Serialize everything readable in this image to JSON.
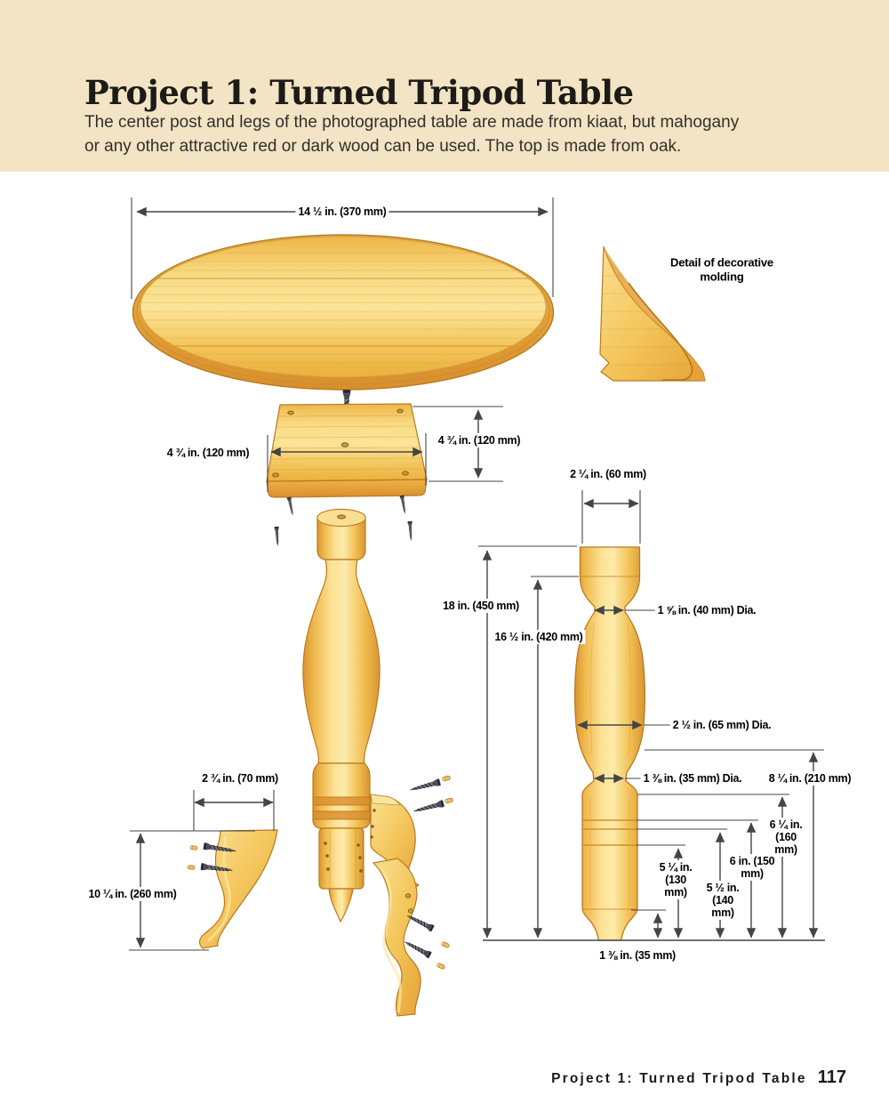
{
  "header": {
    "title": "Project 1: Turned Tripod Table",
    "subtitle_line1": "The center post and legs of the photographed table are made from kiaat, but mahogany",
    "subtitle_line2": "or any other attractive red or dark wood can be used. The top is made from oak."
  },
  "footer": {
    "chapter": "Project 1: Turned Tripod Table",
    "page_number": "117"
  },
  "diagram": {
    "molding_label": "Detail of decorative molding",
    "dims": {
      "tabletop_width": "14 ½ in. (370 mm)",
      "plate_width": "4 ¾ in. (120 mm)",
      "plate_depth": "4 ¾ in. (120 mm)",
      "post_top_width": "2 ¼ in. (60 mm)",
      "post_total_height": "18 in. (450 mm)",
      "post_turned_height": "16 ½ in. (420 mm)",
      "upper_neck_dia": "1 ⅝ in. (40 mm) Dia.",
      "belly_dia": "2 ½ in. (65 mm) Dia.",
      "lower_neck_dia": "1 ⅜ in. (35 mm) Dia.",
      "base_to_neck": "8 ¼ in. (210 mm)",
      "base_to_ring3": "6 ¼ in. (160 mm)",
      "base_to_ring2": "6 in. (150 mm)",
      "base_to_ring1": "5 ½ in. (140 mm)",
      "base_to_cylinder": "5 ¼ in. (130 mm)",
      "spigot_height": "1 ⅜ in. (35 mm)",
      "leg_width": "2 ¾ in. (70 mm)",
      "leg_height": "10 ¼ in. (260 mm)"
    },
    "colors": {
      "header_bg": "#f2e4c4",
      "wood_highlight": "#fdedb2",
      "wood_mid": "#f5c254",
      "wood_shadow": "#e09a2e",
      "wood_outline": "#b87a20",
      "dimension_line": "#454545"
    }
  }
}
